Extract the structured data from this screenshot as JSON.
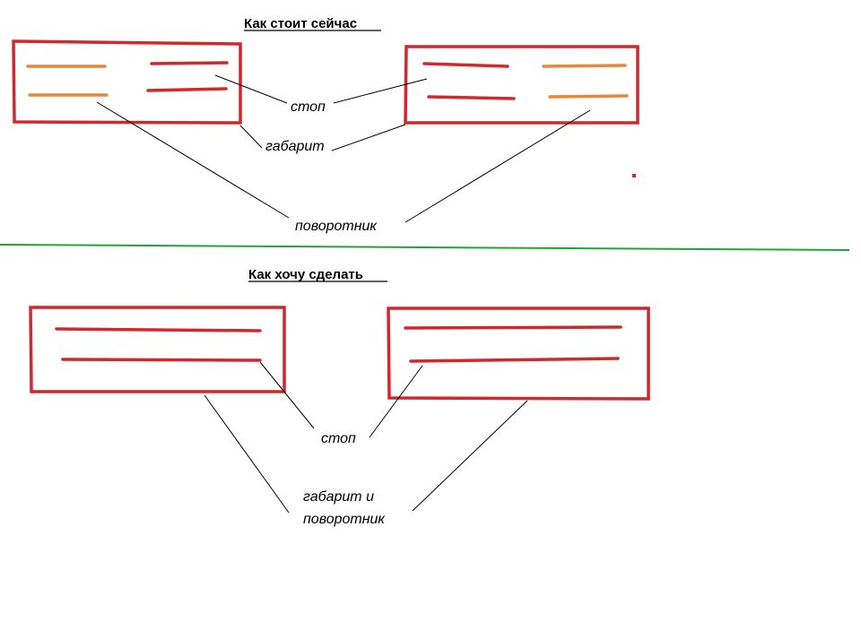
{
  "colors": {
    "box": "#d4262d",
    "stop_lamp": "#d4262d",
    "turn_lamp": "#e6883a",
    "divider": "#22a33a",
    "leader": "#000000"
  },
  "current": {
    "title": "Как стоит сейчас",
    "labels": {
      "stop": "стоп",
      "marker": "габарит",
      "turn": "поворотник"
    }
  },
  "desired": {
    "title": "Как хочу сделать",
    "labels": {
      "stop": "стоп",
      "marker_and_turn_line1": "габарит и",
      "marker_and_turn_line2": "поворотник"
    }
  }
}
